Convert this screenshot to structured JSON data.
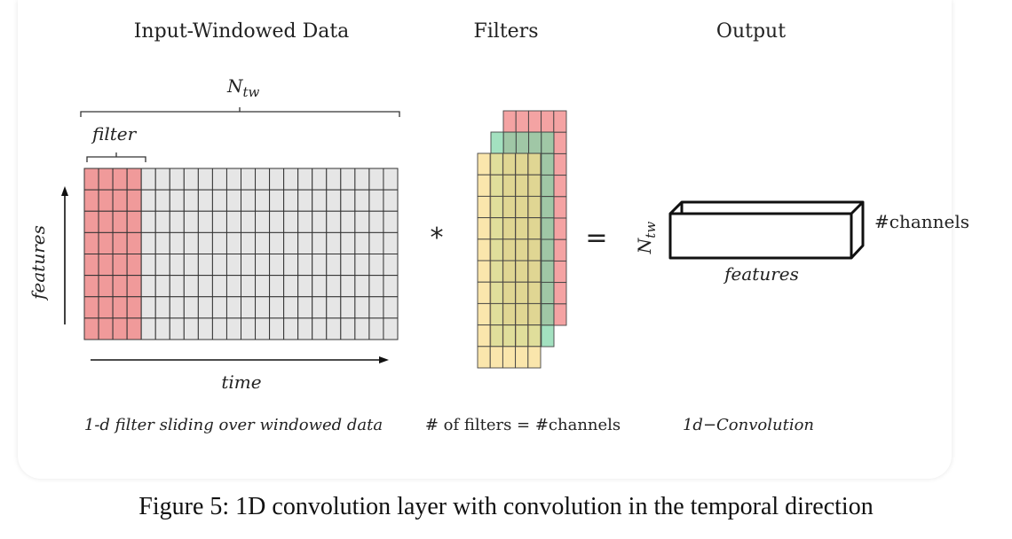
{
  "headers": {
    "input": "Input-Windowed Data",
    "filters": "Filters",
    "output": "Output"
  },
  "labels": {
    "ntw_top": "N",
    "ntw_sub": "tw",
    "filter": "filter",
    "features": "features",
    "time": "time",
    "convolve_symbol": "*",
    "equals_symbol": "=",
    "output_ntw": "N",
    "output_ntw_sub": "tw",
    "channels": "#channels",
    "output_features": "features"
  },
  "subcaptions": {
    "input": "1-d filter sliding over  windowed data",
    "filters": "# of filters = #channels",
    "output": "1d−Convolution"
  },
  "figure_caption": "Figure 5: 1D convolution layer with convolution in the temporal direction",
  "grid": {
    "rows": 8,
    "cols": 22,
    "filter_cols": 4
  },
  "filters_stack": {
    "rows": 10,
    "cols": 5,
    "count": 3
  },
  "colors": {
    "grid_fill": "#e6e6e6",
    "filter_fill": "#f09a9a",
    "filter_red": "#f08080",
    "filter_green": "#7fd6a8",
    "filter_yellow": "#f8dc8c",
    "line": "#111111"
  }
}
